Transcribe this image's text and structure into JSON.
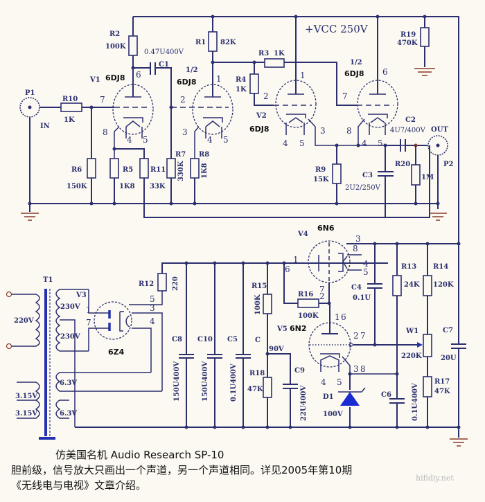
{
  "supply": {
    "vcc_label": "+VCC 250V"
  },
  "tubes": {
    "v1": {
      "ref": "V1",
      "type": "6DJ8"
    },
    "v1b": {
      "ref": "1/2",
      "type": "6DJ8"
    },
    "v2": {
      "ref": "V2",
      "type": "6DJ8"
    },
    "v2b": {
      "ref": "1/2",
      "type": "6DJ8"
    },
    "v3": {
      "ref": "V3",
      "type": "6Z4"
    },
    "v4": {
      "ref": "V4",
      "type": "6N6"
    },
    "v5": {
      "ref": "V5",
      "type": "6N2"
    }
  },
  "resistors": {
    "r1": {
      "ref": "R1",
      "value": "82K"
    },
    "r2": {
      "ref": "R2",
      "value": "100K"
    },
    "r3": {
      "ref": "R3",
      "value": "1K"
    },
    "r4": {
      "ref": "R4",
      "value": "1K"
    },
    "r5": {
      "ref": "R5",
      "value": "1K8"
    },
    "r6": {
      "ref": "R6",
      "value": "150K"
    },
    "r7": {
      "ref": "R7",
      "value": "330K"
    },
    "r8": {
      "ref": "R8",
      "value": "1K8"
    },
    "r9": {
      "ref": "R9",
      "value": "15K"
    },
    "r10": {
      "ref": "R10",
      "value": "1K"
    },
    "r11": {
      "ref": "R11",
      "value": "33K"
    },
    "r12": {
      "ref": "R12",
      "value": "220"
    },
    "r13": {
      "ref": "R13",
      "value": "24K"
    },
    "r14": {
      "ref": "R14",
      "value": "120K"
    },
    "r15": {
      "ref": "R15",
      "value": "100K"
    },
    "r16": {
      "ref": "R16",
      "value": "100K"
    },
    "r17": {
      "ref": "R17",
      "value": "47K"
    },
    "r18": {
      "ref": "R18",
      "value": "47K"
    },
    "r19": {
      "ref": "R19",
      "value": "470K"
    },
    "r20": {
      "ref": "R20",
      "value": "1M"
    },
    "w1": {
      "ref": "W1",
      "value": "220K"
    }
  },
  "capacitors": {
    "c1": {
      "ref": "C1",
      "value": "0.47U400V"
    },
    "c2": {
      "ref": "C2",
      "value": "4U7/400V"
    },
    "c3": {
      "ref": "C3",
      "value": "2U2/250V"
    },
    "c4": {
      "ref": "C4",
      "value": "0.1U"
    },
    "c5": {
      "ref": "C5",
      "value": "0.1U400V"
    },
    "c6": {
      "ref": "C6",
      "value": "0.1U400V"
    },
    "c7": {
      "ref": "C7",
      "value": "20U"
    },
    "c8": {
      "ref": "C8",
      "value": "150U400V"
    },
    "c9": {
      "ref": "C9",
      "value": "22U400V"
    },
    "c10": {
      "ref": "C10",
      "value": "150U400V"
    },
    "c": {
      "ref": "C"
    }
  },
  "diode": {
    "ref": "D1",
    "value": "100V"
  },
  "transformer": {
    "ref": "T1",
    "primary": "220V",
    "sec_hv_1": "230V",
    "sec_hv_2": "230V",
    "heater_a": "6.3V",
    "heater_b": "6.3V",
    "heater_c1": "3.15V",
    "heater_c2": "3.15V"
  },
  "node_90v": "90V",
  "connectors": {
    "p1": {
      "ref": "P1",
      "label": "IN"
    },
    "p2": {
      "ref": "P2",
      "label": "OUT"
    }
  },
  "pins": {
    "v1": [
      "6",
      "7",
      "8",
      "4",
      "5"
    ],
    "v1b": [
      "1",
      "2",
      "3",
      "4",
      "5"
    ],
    "v2": [
      "1",
      "2",
      "3",
      "4",
      "5"
    ],
    "v2b": [
      "6",
      "7",
      "8",
      "4",
      "5"
    ],
    "v3": [
      "1",
      "7",
      "5",
      "3",
      "4"
    ],
    "v4": [
      "1",
      "6",
      "3",
      "8",
      "4",
      "5",
      "2",
      "7"
    ],
    "v5": [
      "1",
      "6",
      "2",
      "7",
      "3",
      "8",
      "4",
      "5"
    ]
  },
  "caption": {
    "line1": "仿美国名机 Audio Research SP-10",
    "line2": "胆前级，信号放大只画出一个声道，另一个声道相同。详见2005年第10期",
    "line3": "《无线电与电视》文章介绍。",
    "watermark": "hifidiy.net"
  },
  "colors": {
    "wire": "#2b2f6e",
    "ground": "#8a3a2a",
    "background": "#fbf9f2"
  }
}
